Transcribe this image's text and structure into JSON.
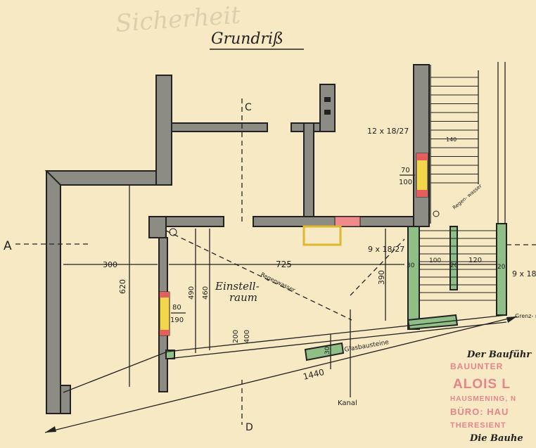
{
  "title": "Grundriß",
  "faded_handwriting": "Sicherheit",
  "section_labels": {
    "a": "A",
    "c": "C",
    "d": "D"
  },
  "stairs": {
    "upper": "12 x 18/27",
    "lower": "9 x 18/27",
    "right": "9 x 18",
    "run": "140"
  },
  "dimensions": {
    "w300": "300",
    "w725": "725",
    "h620": "620",
    "h490": "490",
    "h460": "460",
    "h390": "390",
    "h200": "200",
    "h400": "400",
    "w1440": "1440",
    "d30a": "30",
    "d100": "100",
    "d20a": "20",
    "d120": "120",
    "d20b": "20",
    "d30b": "30"
  },
  "windows": {
    "w1_top": "70",
    "w1_bot": "100",
    "w2_top": "80",
    "w2_bot": "190"
  },
  "room_label": {
    "line1": "Einstell-",
    "line2": "raum"
  },
  "annotations": {
    "regenwasser": "Regenwasser",
    "regenwasser_small": "Regen-\nwasser",
    "glasbausteine": "Glasbausteine",
    "kanal": "Kanal",
    "grenze": "Grenz-\nmark"
  },
  "signature": {
    "top": "Der Bauführ",
    "bottom": "Die Bauhe"
  },
  "stamp": {
    "line1": "BAUUNTER",
    "line2": "ALOIS L",
    "line3": "HAUSMENING, N",
    "line4": "BÜRO: HAU",
    "line5": "THERESIENT"
  },
  "colors": {
    "paper": "#f6e9c3",
    "wall": "#8c8c84",
    "window_yellow": "#f3d64a",
    "window_red": "#e55d5d",
    "green_wall": "#8fbf86",
    "stamp": "#e6848e"
  }
}
